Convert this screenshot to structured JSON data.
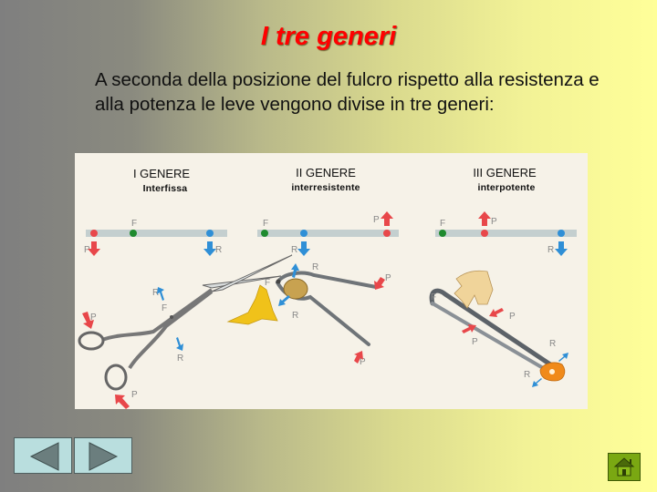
{
  "slide": {
    "title": "I tre generi",
    "body_text": "A seconda della posizione del fulcro rispetto alla resistenza e alla potenza le leve vengono divise in tre generi:"
  },
  "figure": {
    "columns": [
      {
        "genre": "I GENERE",
        "subtitle": "Interfissa",
        "order": [
          "P",
          "F",
          "R"
        ],
        "example": "scissors",
        "labels": {
          "fulcrum": "F",
          "power": "P",
          "resistance": "R"
        }
      },
      {
        "genre": "II GENERE",
        "subtitle": "interresistente",
        "order": [
          "F",
          "R",
          "P"
        ],
        "example": "nutcracker",
        "labels": {
          "fulcrum": "F",
          "power": "P",
          "resistance": "R"
        }
      },
      {
        "genre": "III GENERE",
        "subtitle": "interpotente",
        "order": [
          "F",
          "P",
          "R"
        ],
        "example": "tongs",
        "labels": {
          "fulcrum": "F",
          "power": "P",
          "resistance": "R"
        }
      }
    ],
    "colors": {
      "fulcrum": "#1e8a2e",
      "power": "#e8474a",
      "resistance": "#2f8fd6",
      "bar": "#c4cfcf"
    }
  },
  "navigation": {
    "prev_icon": "triangle-left-icon",
    "next_icon": "triangle-right-icon",
    "home_icon": "home-icon"
  }
}
